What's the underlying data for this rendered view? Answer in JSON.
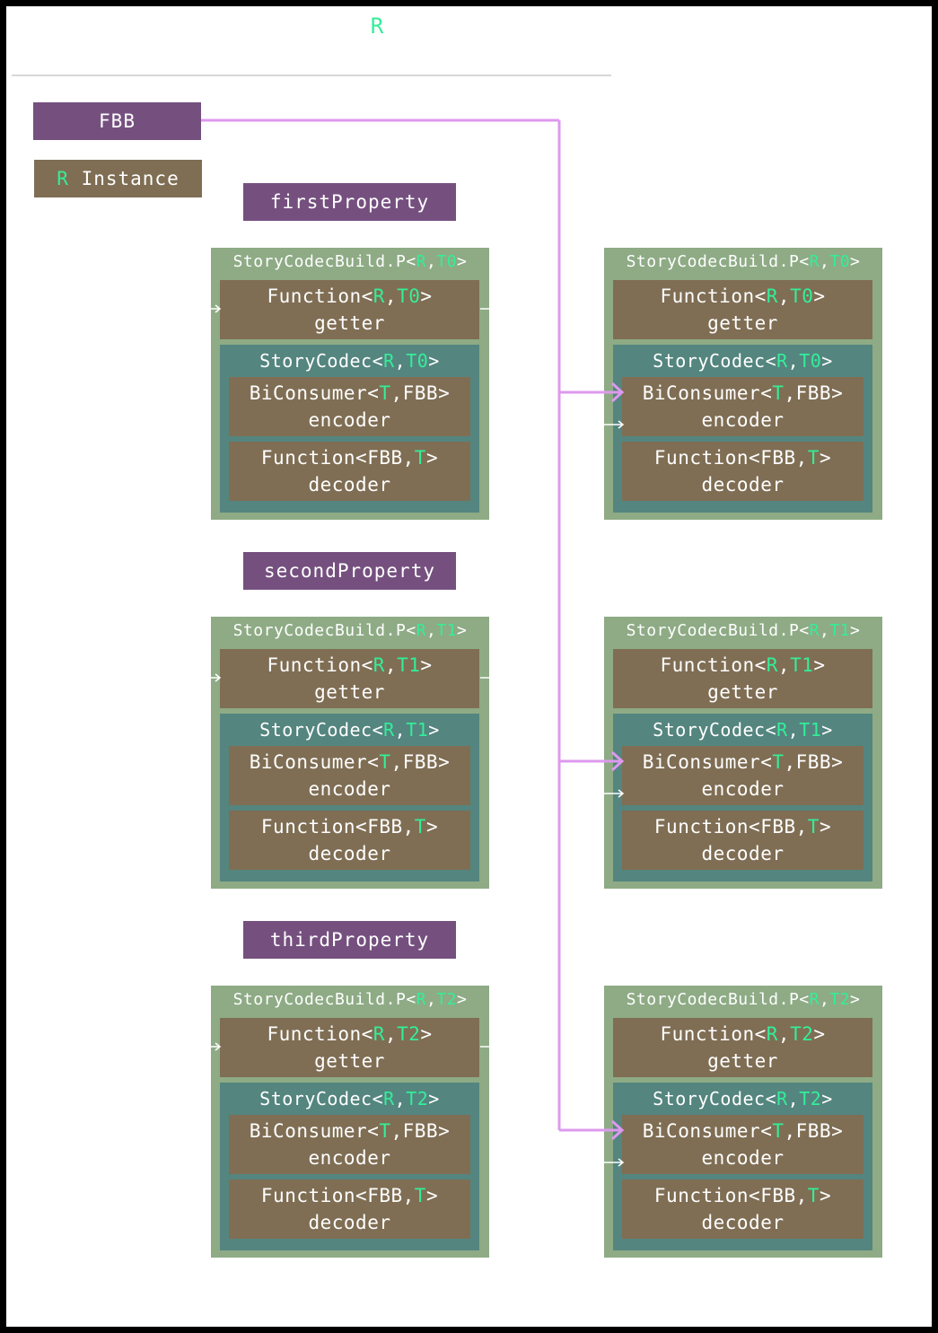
{
  "title": "R",
  "legend": {
    "fbb_label": "FBB",
    "instance_prefix": "R",
    "instance_label": " Instance"
  },
  "properties": [
    {
      "name": "firstProperty",
      "t": "T0"
    },
    {
      "name": "secondProperty",
      "t": "T1"
    },
    {
      "name": "thirdProperty",
      "t": "T2"
    }
  ],
  "block": {
    "outer_prefix": "StoryCodecBuild.P<",
    "getter_type_prefix": "Function<",
    "getter_name": "getter",
    "codec_prefix": "StoryCodec<",
    "r": "R",
    "comma": ",",
    "close": ">",
    "encoder_type_prefix": "BiConsumer<",
    "encoder_t": "T",
    "encoder_type_suffix": ",FBB>",
    "encoder_name": "encoder",
    "decoder_type_prefix": "Function<FBB,",
    "decoder_t": "T",
    "decoder_name": "decoder"
  },
  "colors": {
    "accent_green": "#33ee99",
    "purple": "#75507f",
    "brown": "#7f6e54",
    "sage": "#8eab85",
    "teal": "#54857f",
    "connector": "#dd99ee"
  }
}
